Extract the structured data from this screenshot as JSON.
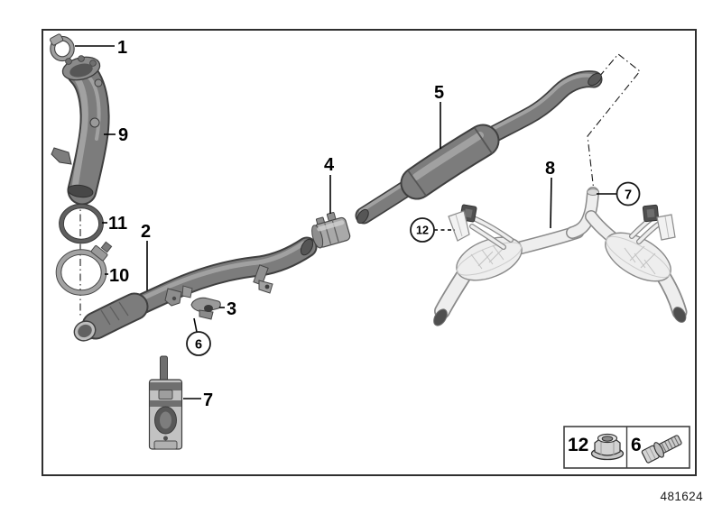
{
  "labels": {
    "n1": "1",
    "n2": "2",
    "n3": "3",
    "n4": "4",
    "n5": "5",
    "n6": "6",
    "n7": "7",
    "n8": "8",
    "n9": "9",
    "n10": "10",
    "n11": "11",
    "n12": "12"
  },
  "legend": {
    "items": [
      {
        "label": "12",
        "icon": "hex-flange-nut-icon"
      },
      {
        "label": "6",
        "icon": "hex-bolt-icon"
      }
    ]
  },
  "footer": {
    "diagram_number": "481624"
  },
  "colors": {
    "frame_border": "#2f2f2f",
    "callout_text": "#000000",
    "pipe_outline": "#3f3f3f",
    "pipe_mid": "#7c7c7c",
    "pipe_highlight": "#a8a8a8",
    "muffler_fill": "#eeeeee",
    "muffler_outline": "#8a8a8a",
    "background": "#ffffff"
  }
}
